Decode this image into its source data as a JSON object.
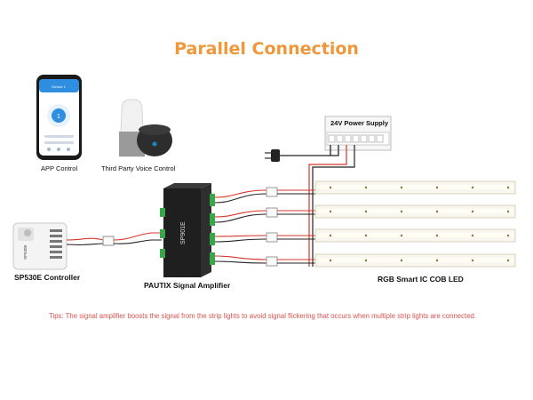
{
  "title": "Parallel Connection",
  "labels": {
    "app": "APP Control",
    "voice": "Third Party Voice Control",
    "power_supply": "24V Power Supply",
    "controller": "SP530E Controller",
    "amplifier": "PAUTIX Signal Amplifier",
    "led": "RGB Smart IC COB LED"
  },
  "phone_title": "Device 1",
  "phone_value": "1",
  "controller_text": "SP530E",
  "amplifier_text": "SP901E",
  "tips": "Tips: The signal amplifier boosts the signal from the strip lights to avoid signal flickering that occurs when multiple strip lights are connected.",
  "colors": {
    "title": "#f0973a",
    "tips": "#d9534f",
    "wire_red": "#d9342b",
    "wire_black": "#222222",
    "phone": "#2f8ee0"
  },
  "icons": [
    "phone-icon",
    "smart-speaker-icon",
    "power-supply-icon",
    "plug-icon",
    "controller-icon",
    "amplifier-icon",
    "led-strip-icon"
  ]
}
